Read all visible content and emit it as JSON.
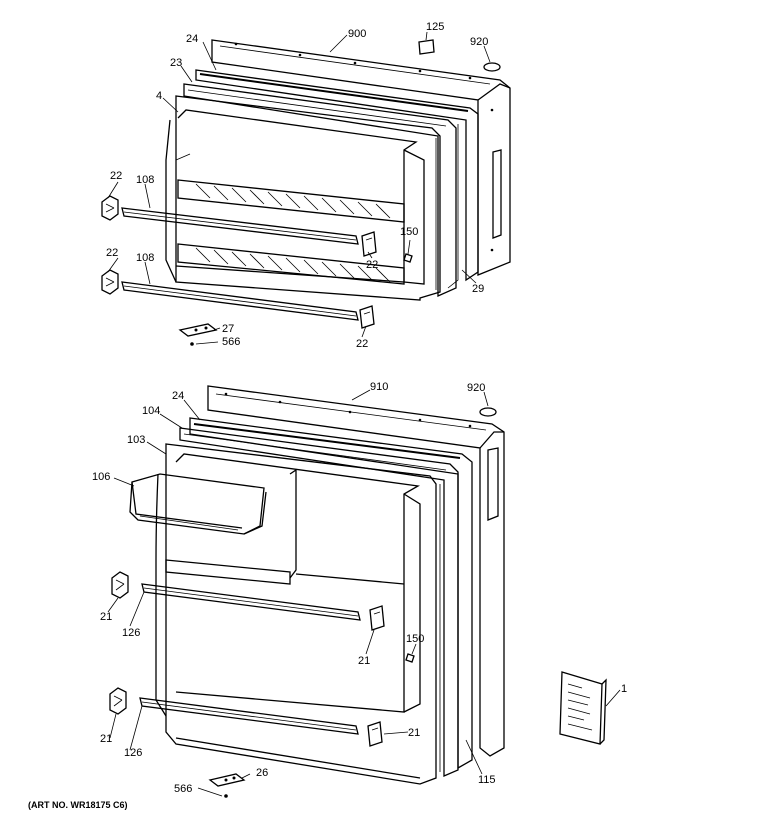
{
  "labels": {
    "top": {
      "l24": "24",
      "l900": "900",
      "l125": "125",
      "l920": "920",
      "l23": "23",
      "l4": "4",
      "l22a": "22",
      "l108a": "108",
      "l22b": "22",
      "l108b": "108",
      "l150": "150",
      "l22c": "22",
      "l29": "29",
      "l27": "27",
      "l566": "566",
      "l22d": "22"
    },
    "bottom": {
      "l910": "910",
      "l920": "920",
      "l24": "24",
      "l104": "104",
      "l103": "103",
      "l106": "106",
      "l21a": "21",
      "l126a": "126",
      "l150": "150",
      "l21b": "21",
      "l1": "1",
      "l21c": "21",
      "l21d": "21",
      "l126b": "126",
      "l26": "26",
      "l566": "566",
      "l115": "115"
    }
  },
  "caption": "(ART NO. WR18175 C6)"
}
